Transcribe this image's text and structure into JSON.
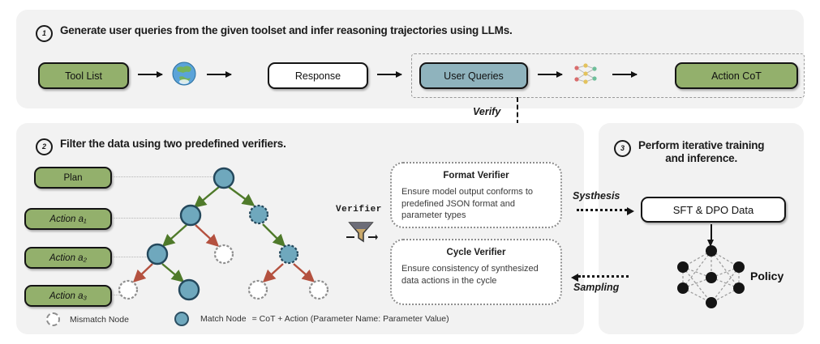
{
  "steps": {
    "one": {
      "num": "1",
      "text": "Generate user queries from the given toolset and infer reasoning trajectories using LLMs."
    },
    "two": {
      "num": "2",
      "text": "Filter the data using two predefined verifiers."
    },
    "three": {
      "num": "3",
      "line1": "Perform iterative training",
      "line2": "and inference."
    }
  },
  "pipeline": {
    "tool_list": "Tool List",
    "globe_icon": "globe-icon",
    "response": "Response",
    "user_queries": "User Queries",
    "network_icon": "neural-network-icon",
    "action_cot": "Action CoT",
    "verify_label": "Verify"
  },
  "filter": {
    "rows": [
      {
        "label": "Plan"
      },
      {
        "label": "Action a₁"
      },
      {
        "label": "Action a₂"
      },
      {
        "label": "Action a₃"
      }
    ],
    "verifier_icon_label": "Verifier",
    "funnel_icon": "funnel-icon",
    "cards": [
      {
        "title": "Format Verifier",
        "body": "Ensure model output conforms to predefined JSON format and parameter types"
      },
      {
        "title": "Cycle Verifier",
        "body": "Ensure consistency of synthesized data actions in the cycle"
      }
    ],
    "legend": {
      "mismatch": "Mismatch Node",
      "match": "Match Node",
      "formula": "= CoT  + Action (Parameter Name: Parameter Value)"
    }
  },
  "training": {
    "systhesis": "Systhesis",
    "sampling": "Sampling",
    "data_box": "SFT & DPO Data",
    "policy": "Policy",
    "policy_icon": "policy-network-icon"
  },
  "colors": {
    "green_fill": "#93b06c",
    "blue_fill": "#8fb3bd",
    "node_match": "#6fa8bd",
    "edge_green": "#4f7a2a",
    "edge_red": "#b4513f",
    "panel_bg": "#f2f2f2"
  }
}
